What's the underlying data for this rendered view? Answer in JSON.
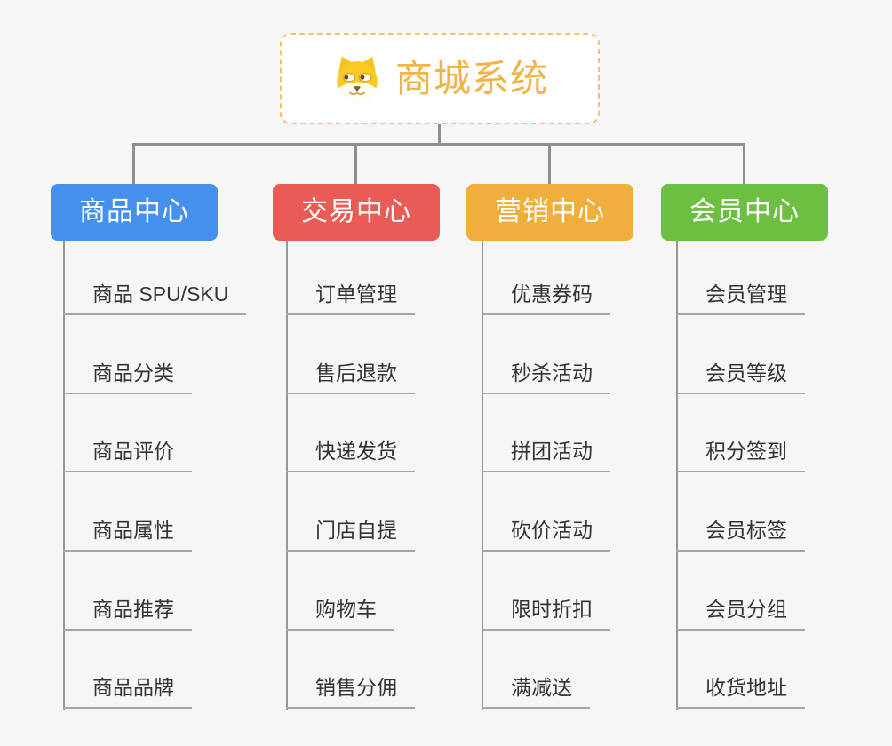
{
  "root": {
    "title": "商城系统",
    "icon": "shiba-dog-icon"
  },
  "branches": [
    {
      "id": "product-center",
      "label": "商品中心",
      "color": "#4490ec",
      "items": [
        "商品 SPU/SKU",
        "商品分类",
        "商品评价",
        "商品属性",
        "商品推荐",
        "商品品牌"
      ]
    },
    {
      "id": "trade-center",
      "label": "交易中心",
      "color": "#e95c55",
      "items": [
        "订单管理",
        "售后退款",
        "快递发货",
        "门店自提",
        "购物车",
        "销售分佣"
      ]
    },
    {
      "id": "marketing-center",
      "label": "营销中心",
      "color": "#f0ae3d",
      "items": [
        "优惠券码",
        "秒杀活动",
        "拼团活动",
        "砍价活动",
        "限时折扣",
        "满减送"
      ]
    },
    {
      "id": "member-center",
      "label": "会员中心",
      "color": "#6cbf41",
      "items": [
        "会员管理",
        "会员等级",
        "积分签到",
        "会员标签",
        "会员分组",
        "收货地址"
      ]
    }
  ],
  "colors": {
    "root_title": "#f2b345",
    "root_border": "#f3c169",
    "connector": "#8e8e8e",
    "underline": "#a6a6a6",
    "item_text": "#333333",
    "background": "#f6f6f6"
  }
}
